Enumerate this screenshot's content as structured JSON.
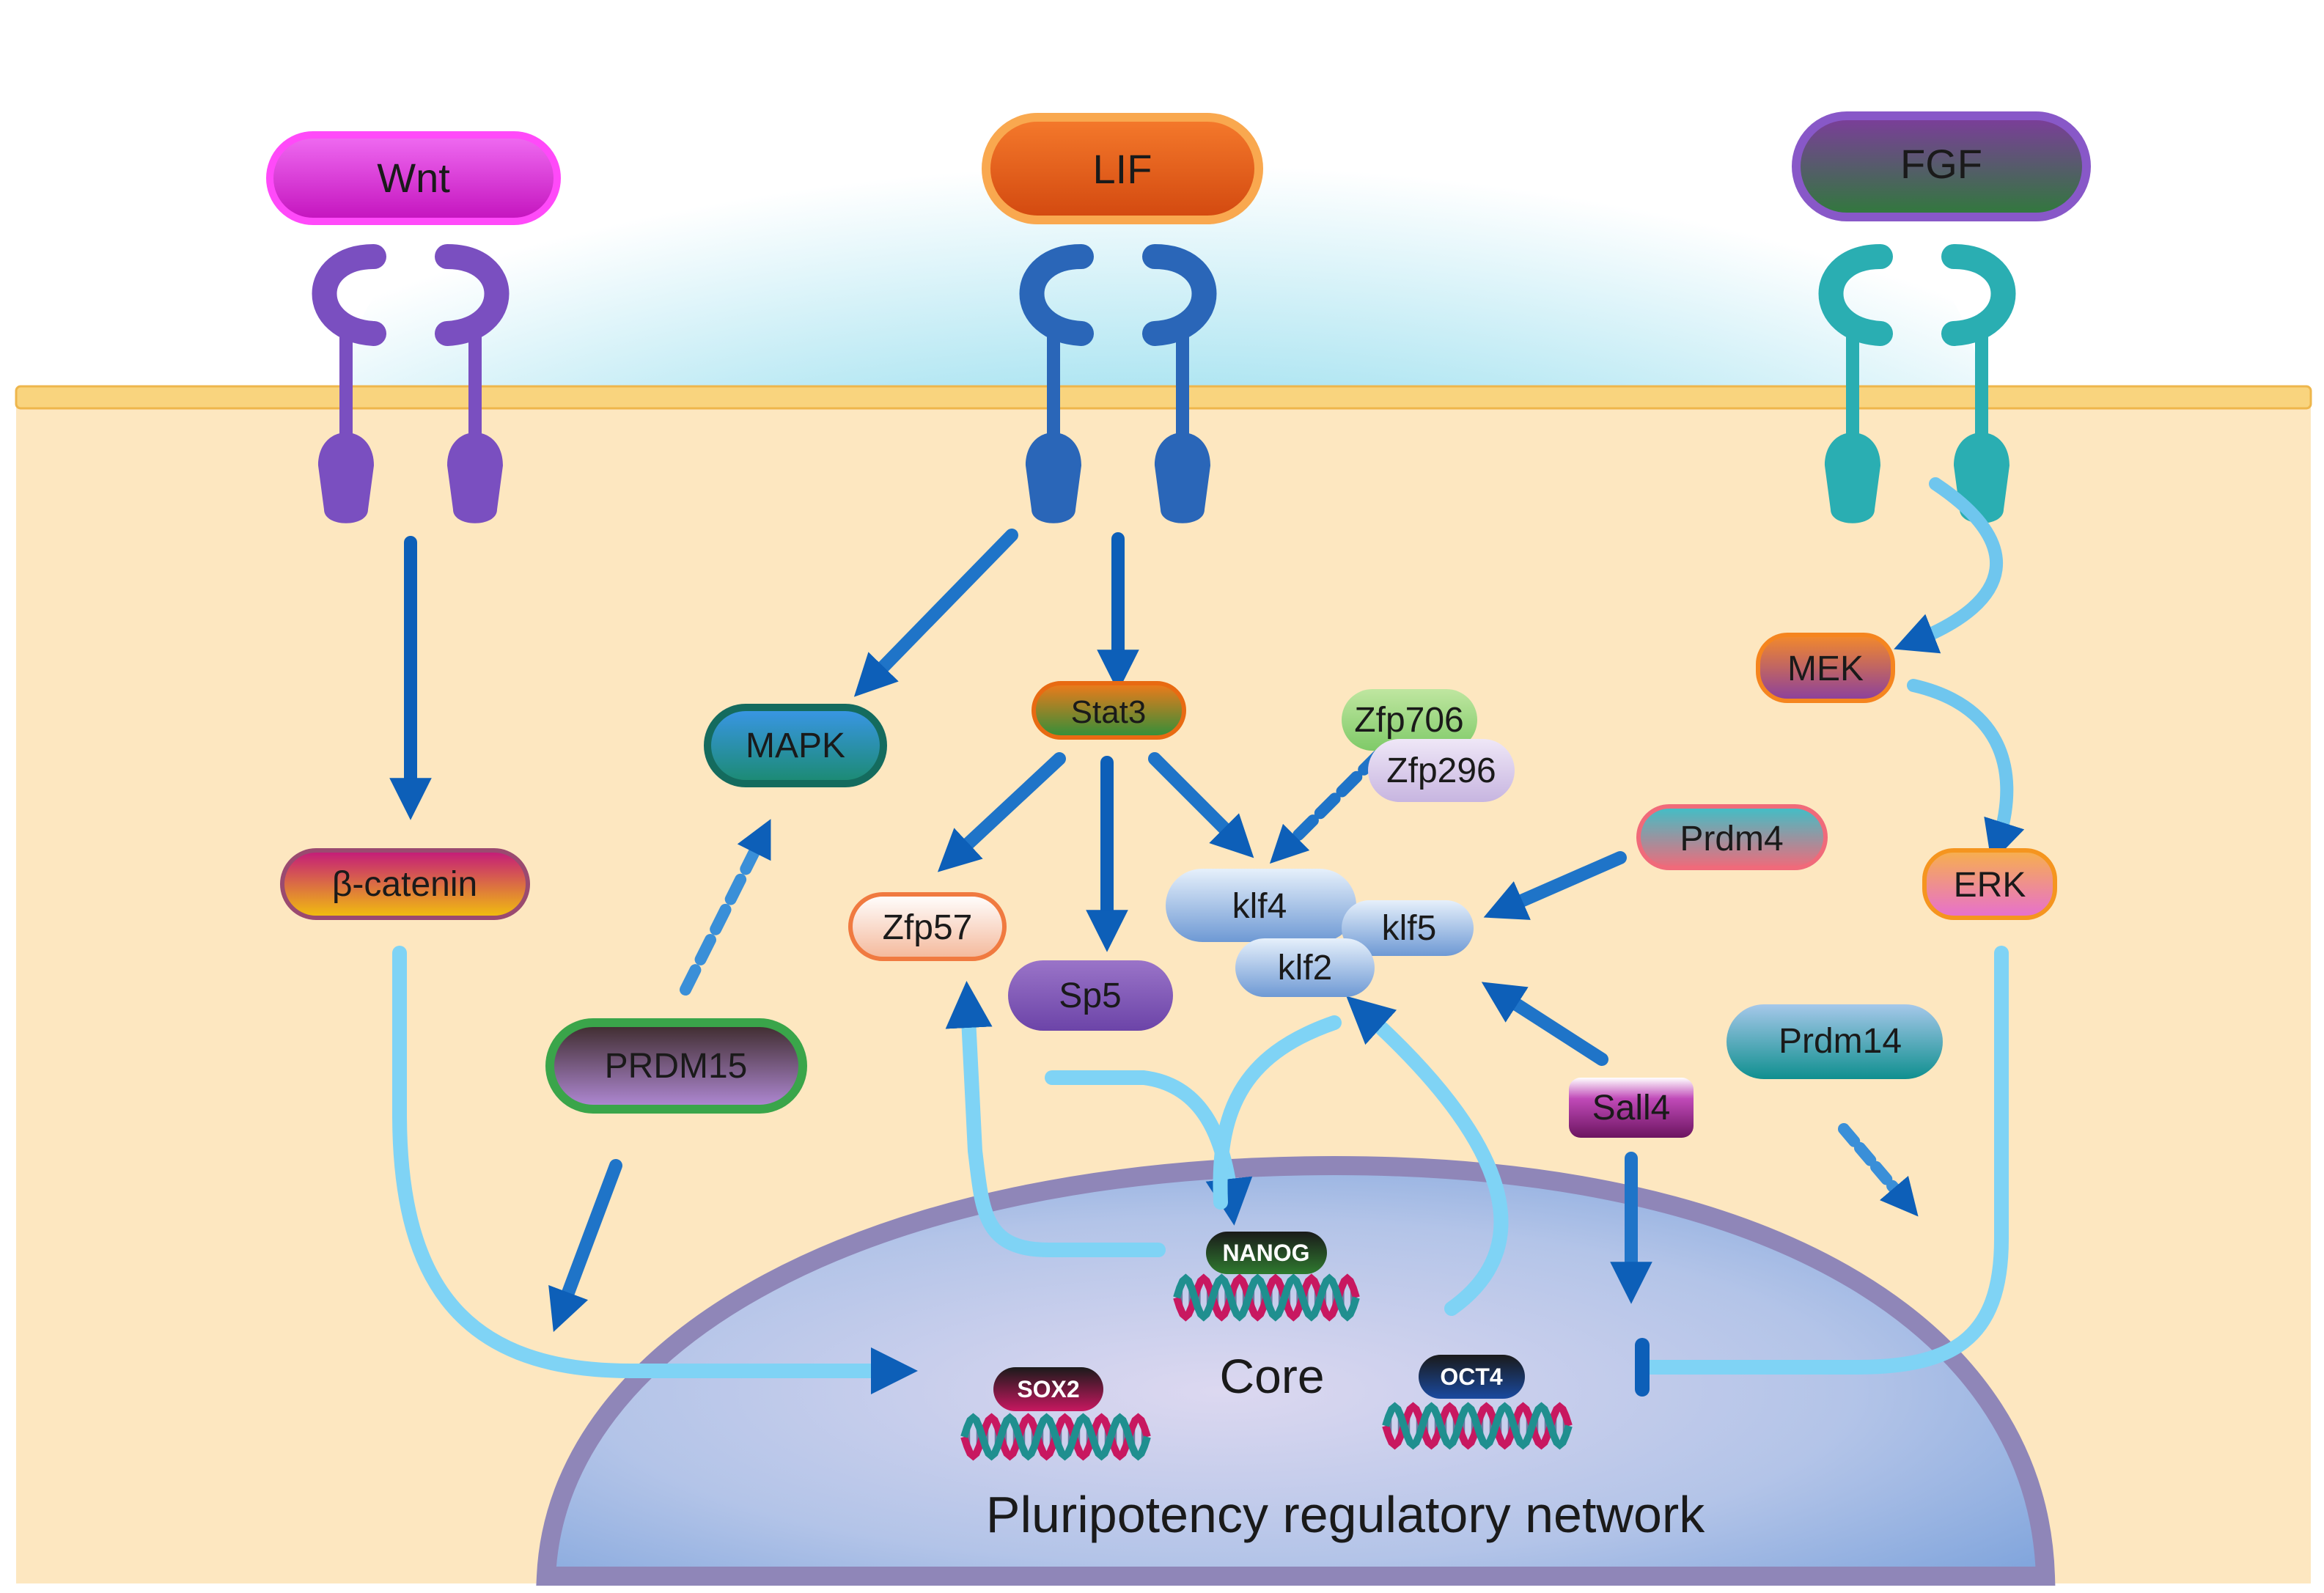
{
  "ligands": {
    "wnt": "Wnt",
    "lif": "LIF",
    "fgf": "FGF"
  },
  "nodes": {
    "beta_catenin": "β-catenin",
    "mapk": "MAPK",
    "stat3": "Stat3",
    "zfp706": "Zfp706",
    "zfp296": "Zfp296",
    "mek": "MEK",
    "erk": "ERK",
    "prdm4": "Prdm4",
    "zfp57": "Zfp57",
    "sp5": "Sp5",
    "klf4": "klf4",
    "klf5": "klf5",
    "klf2": "klf2",
    "prdm15": "PRDM15",
    "sall4": "Sall4",
    "prdm14": "Prdm14"
  },
  "nucleus": {
    "nanog": "NANOG",
    "sox2": "SOX2",
    "oct4": "OCT4",
    "core": "Core",
    "network": "Pluripotency regulatory network"
  },
  "colors": {
    "arrow_dark": "#0d5fb8",
    "arrow_light": "#7fd3f5",
    "cytoplasm": "#fde7c0",
    "membrane": "#f9d47e",
    "nucleus": "#a9bfe6",
    "receptor_wnt": "#7a4fc0",
    "receptor_lif": "#2a66b8",
    "receptor_fgf": "#2aaeb2"
  }
}
